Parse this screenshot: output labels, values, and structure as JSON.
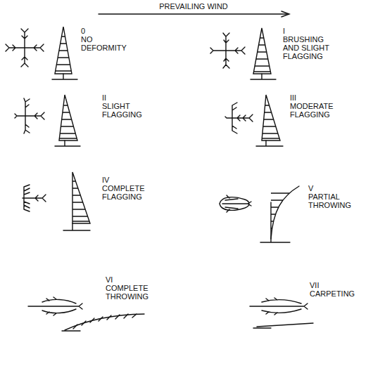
{
  "diagram": {
    "labels": [
      "PREVAILING WIND",
      "0",
      "NO DEFORMITY",
      "I",
      "BRUSHING AND SLIGHT FLAGGING",
      "II",
      "SLIGHT FLAGGING",
      "III",
      "MODERATE FLAGGING",
      "IV",
      "COMPLETE FLAGGING",
      "V",
      "PARTIAL THROWING",
      "VI",
      "COMPLETE THROWING",
      "VII",
      "CARPETING"
    ]
  }
}
